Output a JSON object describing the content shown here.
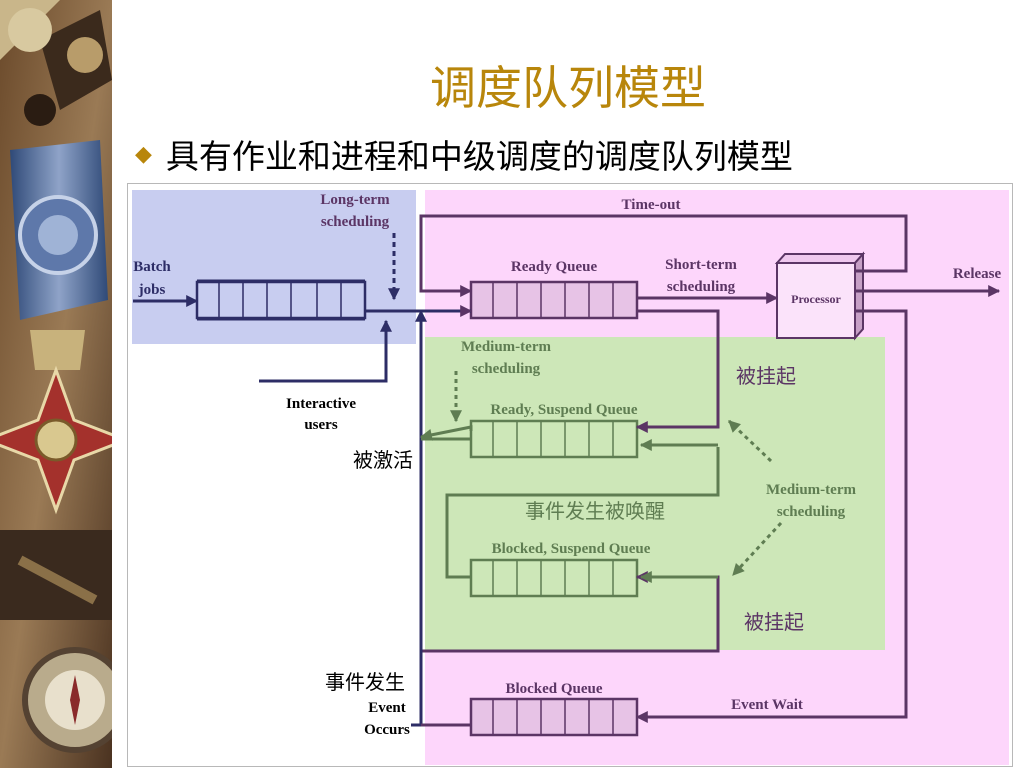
{
  "slide": {
    "title": "调度队列模型",
    "bullet": "具有作业和进程和中级调度的调度队列模型"
  },
  "diagram": {
    "labels": {
      "long_term_1": "Long-term",
      "long_term_2": "scheduling",
      "batch_1": "Batch",
      "batch_2": "jobs",
      "time_out": "Time-out",
      "ready_queue": "Ready Queue",
      "short_term_1": "Short-term",
      "short_term_2": "scheduling",
      "processor": "Processor",
      "release": "Release",
      "medium_term_1a": "Medium-term",
      "medium_term_1b": "scheduling",
      "interactive_1": "Interactive",
      "interactive_2": "users",
      "ready_suspend": "Ready, Suspend Queue",
      "activated": "被激活",
      "suspended_1": "被挂起",
      "medium_term_2a": "Medium-term",
      "medium_term_2b": "scheduling",
      "event_wakeup": "事件发生被唤醒",
      "blocked_suspend": "Blocked, Suspend Queue",
      "suspended_2": "被挂起",
      "event_occurs_cn": "事件发生",
      "event_1": "Event",
      "event_2": "Occurs",
      "blocked_queue": "Blocked Queue",
      "event_wait": "Event Wait"
    },
    "colors": {
      "blue_region": "#c8cdf0",
      "pink_region": "#fdd6fb",
      "green_region": "#cde7b8",
      "purple_line": "#5b3565",
      "green_line": "#5f7d52",
      "navy_queue": "#2d2d66",
      "title_gold": "#b8860b"
    }
  }
}
